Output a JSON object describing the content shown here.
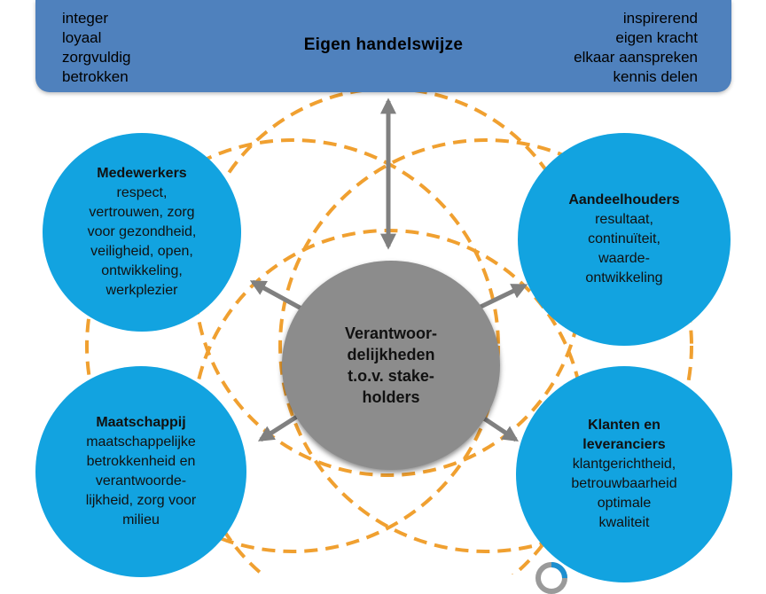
{
  "banner": {
    "title": "Eigen handelswijze",
    "left_values": [
      "integer",
      "loyaal",
      "zorgvuldig",
      "betrokken"
    ],
    "right_values": [
      "inspirerend",
      "eigen kracht",
      "elkaar aanspreken",
      "kennis delen"
    ]
  },
  "center": {
    "lines": [
      "Verantwoor-",
      "delijkheden",
      "t.o.v. stake-",
      "holders"
    ]
  },
  "stakeholders": {
    "medewerkers": {
      "title": "Medewerkers",
      "lines": [
        "respect,",
        "vertrouwen, zorg",
        "voor gezondheid,",
        "veiligheid, open,",
        "ontwikkeling,",
        "werkplezier"
      ]
    },
    "aandeelhouders": {
      "title": "Aandeelhouders",
      "lines": [
        "resultaat,",
        "continuïteit,",
        "waarde-",
        "ontwikkeling"
      ]
    },
    "maatschappij": {
      "title": "Maatschappij",
      "lines": [
        "maatschappelijke",
        "betrokkenheid en",
        "verantwoorde-",
        "lijkheid, zorg voor",
        "milieu"
      ]
    },
    "klanten": {
      "title_lines": [
        "Klanten en",
        "leveranciers"
      ],
      "lines": [
        "klantgerichtheid,",
        "betrouwbaarheid",
        "optimale",
        "kwaliteit"
      ]
    }
  },
  "colors": {
    "banner": "#4f81bd",
    "stakeholder_circle": "#12a3e0",
    "center_circle": "#8c8c8c",
    "dashed_ring": "#f0a030",
    "arrow": "#808080"
  },
  "icons": [
    "double-arrow-icon",
    "arrow-icon",
    "logo-icon"
  ]
}
